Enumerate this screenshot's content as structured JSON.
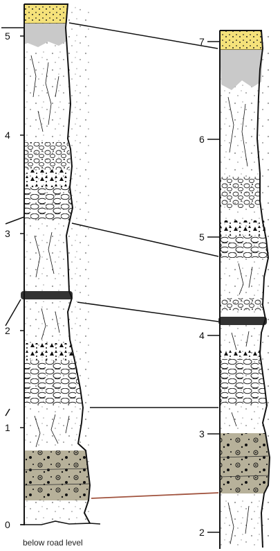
{
  "left_column": {
    "depth_labels": [
      "0",
      "1",
      "2",
      "3",
      "4",
      "5"
    ]
  },
  "right_column": {
    "depth_labels": [
      "2",
      "3",
      "4",
      "5",
      "6",
      "7"
    ]
  },
  "caption": "below road level",
  "colors": {
    "outline": "#111111",
    "soil_yellow": "#f5e27a",
    "weathered_grey": "#c9c9c9",
    "gravel_band": "#b7b19a",
    "dark_layer": "#333333",
    "red_correlation_line": "#a0523d"
  }
}
